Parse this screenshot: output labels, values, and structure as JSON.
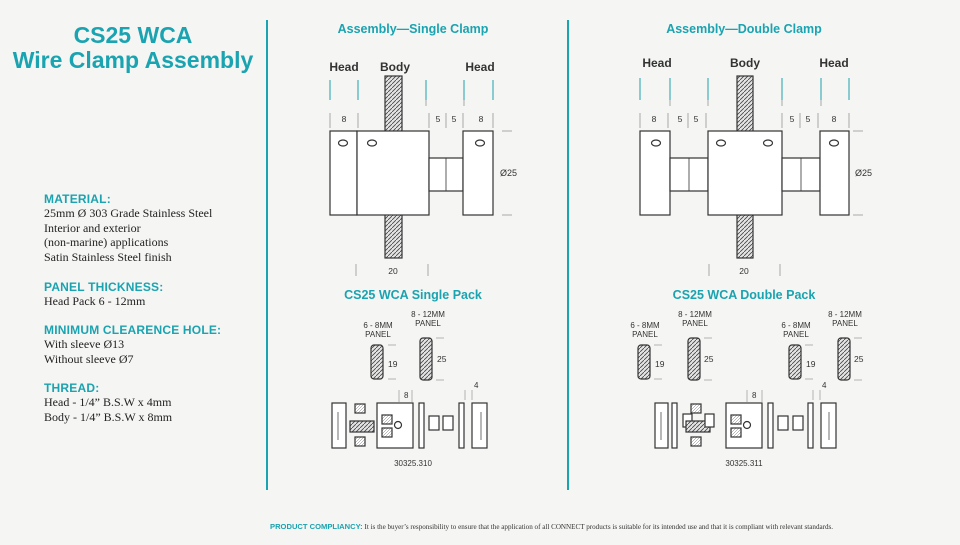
{
  "title": {
    "line1": "CS25 WCA",
    "line2": "Wire Clamp Assembly"
  },
  "specs": [
    {
      "heading": "MATERIAL:",
      "lines": [
        "25mm Ø 303 Grade Stainless Steel",
        "Interior and exterior",
        "(non-marine) applications",
        "Satin Stainless Steel finish"
      ]
    },
    {
      "heading": "PANEL THICKNESS:",
      "lines": [
        "Head Pack 6 - 12mm"
      ]
    },
    {
      "heading": "MINIMUM CLEARENCE HOLE:",
      "lines": [
        "With sleeve Ø13",
        "Without sleeve Ø7"
      ]
    },
    {
      "heading": "THREAD:",
      "lines": [
        "Head - 1/4” B.S.W x 4mm",
        "Body - 1/4” B.S.W x 8mm"
      ]
    }
  ],
  "single": {
    "title": "Assembly—Single Clamp",
    "head_left": "Head",
    "body": "Body",
    "head_right": "Head",
    "dim_8a": "8",
    "dim_5a": "5",
    "dim_5b": "5",
    "dim_8b": "8",
    "dia": "Ø25",
    "dim_20": "20",
    "pack_title": "CS25 WCA Single Pack",
    "panel_6_8_l1": "6 - 8MM",
    "panel_6_8_l2": "PANEL",
    "panel_8_12_l1": "8 - 12MM",
    "panel_8_12_l2": "PANEL",
    "len_19": "19",
    "len_25": "25",
    "pack_8": "8",
    "pack_4": "4",
    "code": "30325.310"
  },
  "double": {
    "title": "Assembly—Double Clamp",
    "head_left": "Head",
    "body": "Body",
    "head_right": "Head",
    "dim_8a": "8",
    "dim_5a": "5",
    "dim_5b": "5",
    "dim_5c": "5",
    "dim_5d": "5",
    "dim_8b": "8",
    "dia": "Ø25",
    "dim_20": "20",
    "pack_title": "CS25 WCA Double Pack",
    "panel_6_8_l1": "6 - 8MM",
    "panel_6_8_l2": "PANEL",
    "panel_8_12_l1": "8 - 12MM",
    "panel_8_12_l2": "PANEL",
    "len_19": "19",
    "len_25": "25",
    "pack_8": "8",
    "pack_4": "4",
    "code": "30325.311"
  },
  "footer": {
    "label": "PRODUCT COMPLIANCY:",
    "text": "It is the buyer’s responsibility to ensure that the application of all CONNECT products is suitable for its intended use and that it is compliant with relevant standards."
  },
  "colors": {
    "accent": "#1aa3b0",
    "line": "#333333"
  }
}
